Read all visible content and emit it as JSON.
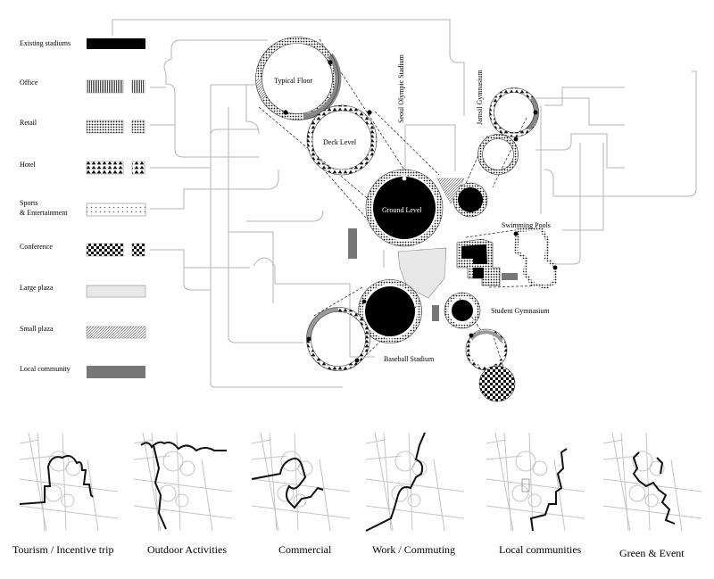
{
  "legend": [
    {
      "label": "Existing stadiums",
      "pattern": "solid-black"
    },
    {
      "label": "Office",
      "pattern": "vertical-lines"
    },
    {
      "label": "Retail",
      "pattern": "dots"
    },
    {
      "label": "Hotel",
      "pattern": "triangles"
    },
    {
      "label": "Sports",
      "label2": "& Entertainment",
      "pattern": "light-dots"
    },
    {
      "label": "Conference",
      "pattern": "checker"
    },
    {
      "label": "Large plaza",
      "pattern": "fine-dots"
    },
    {
      "label": "Small plaza",
      "pattern": "diagonal-lines"
    },
    {
      "label": "Local community",
      "pattern": "solid-gray"
    }
  ],
  "site_labels": {
    "typical_floor": "Typical Floor",
    "deck_level": "Deck Level",
    "ground_level": "Ground Level",
    "seoul_olympic_stadium": "Seoul Olympic Stadium",
    "jamsil_gymnasium": "Jamsil Gymnasium",
    "swimming_pools": "Swimming Pools",
    "student_gymnasium": "Student Gymnasium",
    "baseball_stadium": "Baseball Stadium"
  },
  "route_maps": [
    {
      "label": "Tourism / Incentive trip"
    },
    {
      "label": "Outdoor Activities"
    },
    {
      "label": "Commercial"
    },
    {
      "label": "Work / Commuting"
    },
    {
      "label": "Local communities"
    },
    {
      "label": "Green & Event"
    }
  ],
  "colors": {
    "line": "#b5b5b5",
    "ink": "#111111",
    "community": "#777777"
  }
}
